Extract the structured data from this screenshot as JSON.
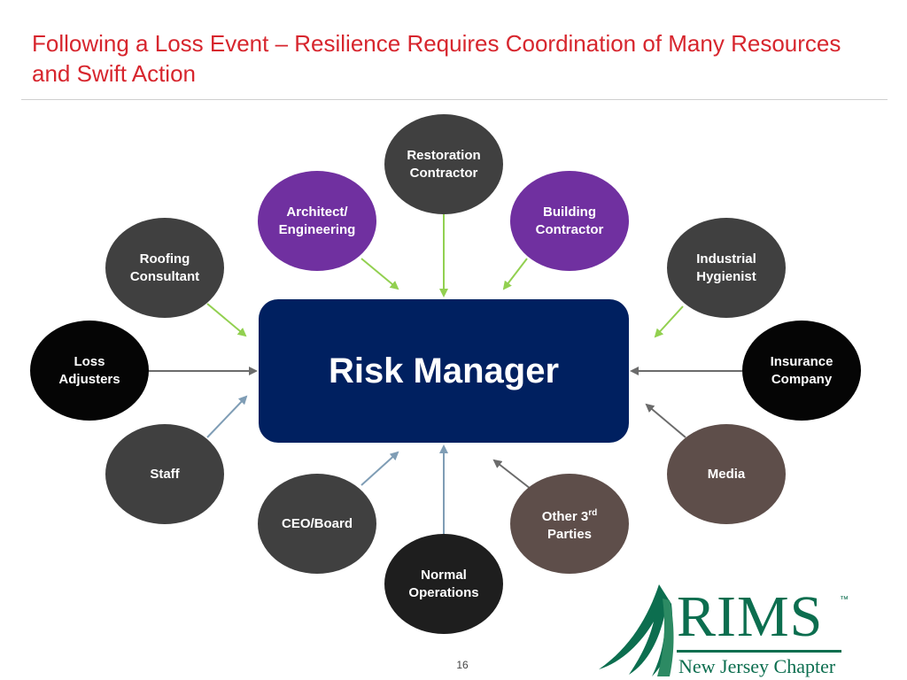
{
  "slide": {
    "title": "Following a Loss Event – Resilience Requires Coordination of Many Resources and Swift Action",
    "page_number": "16"
  },
  "center": {
    "label": "Risk Manager"
  },
  "nodes": {
    "restoration": {
      "line1": "Restoration",
      "line2": "Contractor"
    },
    "architect": {
      "line1": "Architect/",
      "line2": "Engineering"
    },
    "building": {
      "line1": "Building",
      "line2": "Contractor"
    },
    "roofing": {
      "line1": "Roofing",
      "line2": "Consultant"
    },
    "industrial": {
      "line1": "Industrial",
      "line2": "Hygienist"
    },
    "loss": {
      "line1": "Loss",
      "line2": "Adjusters"
    },
    "insurance": {
      "line1": "Insurance",
      "line2": "Company"
    },
    "staff": {
      "line1": "Staff"
    },
    "media": {
      "line1": "Media"
    },
    "ceo": {
      "line1": "CEO/Board"
    },
    "other": {
      "line1": "Other 3",
      "sup": "rd",
      "line2": "Parties"
    },
    "normal": {
      "line1": "Normal",
      "line2": "Operations"
    }
  },
  "logo": {
    "wordmark": "RIMS",
    "trademark": "™",
    "chapter": "New Jersey Chapter"
  },
  "colors": {
    "title": "#d7262e",
    "center_box": "#002060",
    "dark_node": "#404040",
    "purple_node": "#7030a0",
    "black_node": "#050505",
    "brown_node": "#5e4e4a",
    "arrow_green": "#92d050",
    "arrow_blue": "#7f9db5",
    "arrow_gray": "#6b6b6b",
    "logo_green": "#0c6e4f"
  }
}
